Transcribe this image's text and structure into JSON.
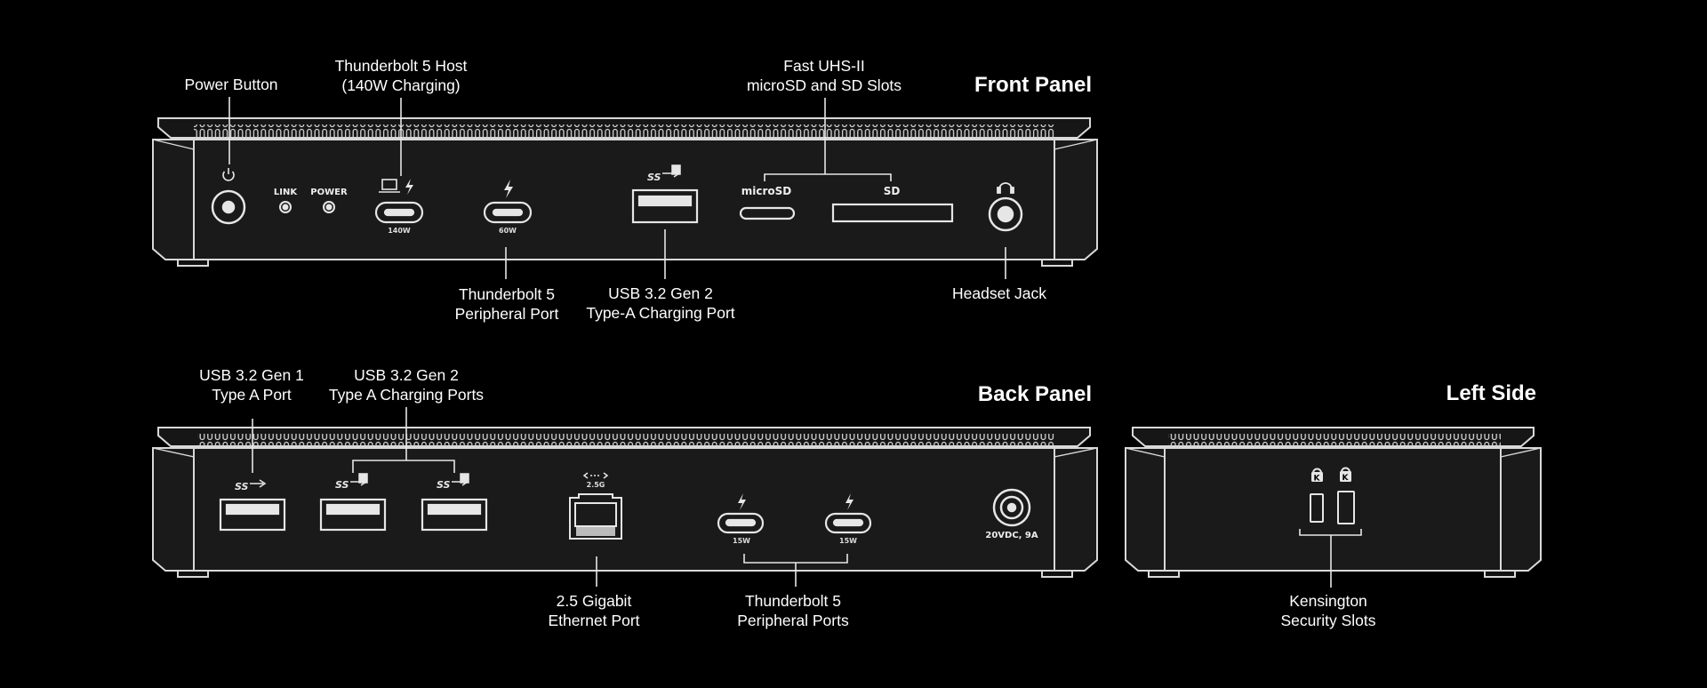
{
  "panels": {
    "front": {
      "title": "Front Panel",
      "callouts": {
        "power_button": [
          "Power Button"
        ],
        "tb5_host": [
          "Thunderbolt 5 Host",
          "(140W Charging)"
        ],
        "card_slots": [
          "Fast UHS-II",
          "microSD and SD Slots"
        ],
        "tb5_peripheral": [
          "Thunderbolt 5",
          "Peripheral Port"
        ],
        "usb_a_charging": [
          "USB 3.2 Gen 2",
          "Type-A Charging Port"
        ],
        "headset_jack": [
          "Headset Jack"
        ]
      },
      "markings": {
        "link": "LINK",
        "power": "POWER",
        "host_watts": "140W",
        "peripheral_watts": "60W",
        "microsd": "microSD",
        "sd": "SD"
      }
    },
    "back": {
      "title": "Back Panel",
      "callouts": {
        "usb_gen1": [
          "USB 3.2 Gen 1",
          "Type A Port"
        ],
        "usb_gen2": [
          "USB 3.2 Gen 2",
          "Type A Charging Ports"
        ],
        "ethernet": [
          "2.5 Gigabit",
          "Ethernet Port"
        ],
        "tb5_ports": [
          "Thunderbolt 5",
          "Peripheral Ports"
        ]
      },
      "markings": {
        "ethernet_speed": "2.5G",
        "tb_left_watts": "15W",
        "tb_right_watts": "15W",
        "dc_in": "20VDC, 9A"
      }
    },
    "left": {
      "title": "Left Side",
      "callouts": {
        "kensington": [
          "Kensington",
          "Security Slots"
        ]
      }
    }
  },
  "colors": {
    "background": "#000000",
    "outline": "#d9d9d9",
    "body": "#1a1a1a",
    "text": "#ffffff"
  },
  "icons": [
    "power-icon",
    "thunderbolt-icon",
    "laptop-icon",
    "superspeed-icon",
    "headphones-icon",
    "network-icon",
    "kensington-lock-icon"
  ]
}
